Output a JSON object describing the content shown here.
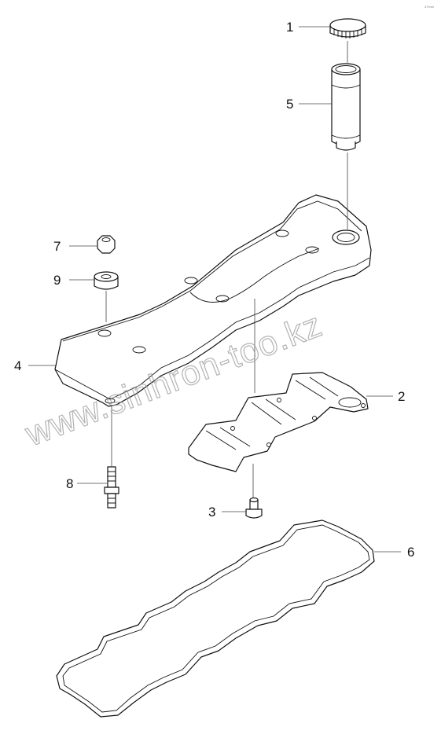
{
  "diagram": {
    "corner_tag": "47'mm",
    "watermark": "www.sinhron-too.kz",
    "callouts": [
      {
        "number": "1",
        "part": "filler cap"
      },
      {
        "number": "2",
        "part": "baffle plate"
      },
      {
        "number": "3",
        "part": "bolt"
      },
      {
        "number": "4",
        "part": "cylinder head cover"
      },
      {
        "number": "5",
        "part": "oil filler tube"
      },
      {
        "number": "6",
        "part": "cover gasket"
      },
      {
        "number": "7",
        "part": "nut"
      },
      {
        "number": "8",
        "part": "stud"
      },
      {
        "number": "9",
        "part": "rubber grommet"
      }
    ]
  },
  "colors": {
    "line": "#111111",
    "background": "#ffffff",
    "watermark": "#9a9a9a"
  }
}
